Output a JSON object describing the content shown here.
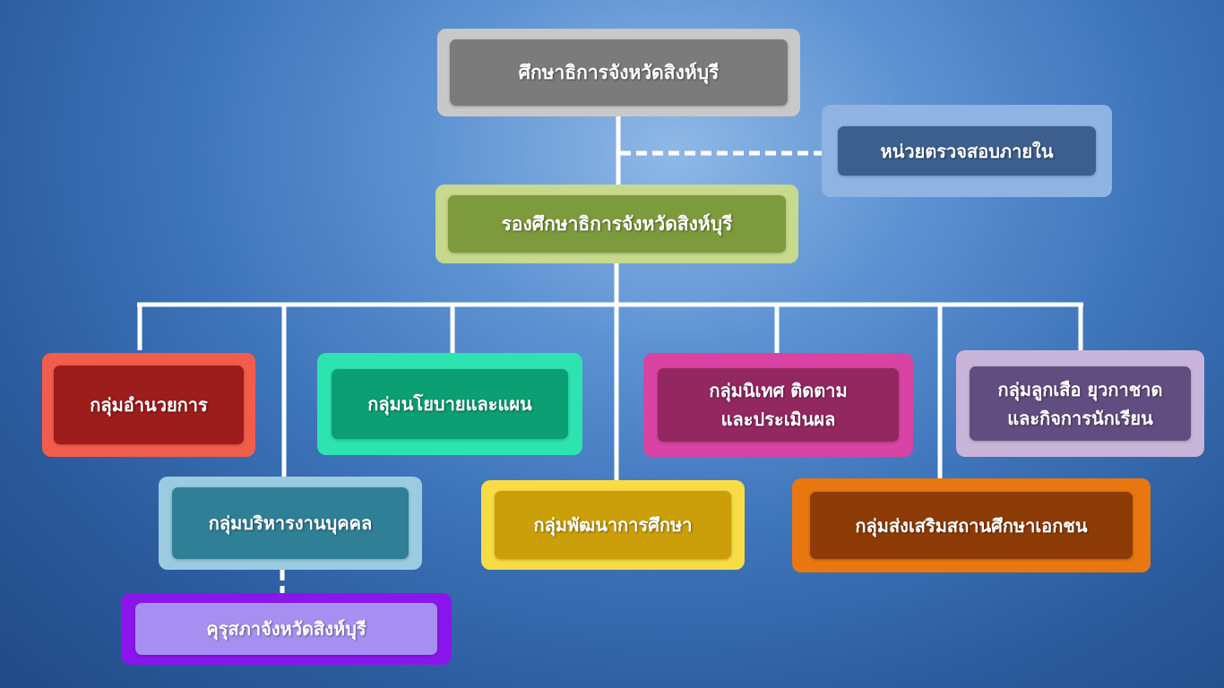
{
  "colors": {
    "connector": "#ffffff",
    "director": {
      "outer": "#c8c8c8",
      "inner": "#7b7b7b"
    },
    "internal_audit": {
      "outer": "#8fb3e3",
      "inner": "#3c5f8e"
    },
    "deputy": {
      "outer": "#c6d98c",
      "inner": "#7d9a3c"
    },
    "admin": {
      "outer": "#f25d4b",
      "inner": "#9d1c1c"
    },
    "policy": {
      "outer": "#2de3b0",
      "inner": "#0c9f73"
    },
    "supervision": {
      "outer": "#d943a4",
      "inner": "#932861"
    },
    "scout": {
      "outer": "#c8b4d8",
      "inner": "#624d80"
    },
    "personnel": {
      "outer": "#9bcbe0",
      "inner": "#2f7f97"
    },
    "development": {
      "outer": "#f7dc46",
      "inner": "#cb9f09"
    },
    "private_ed": {
      "outer": "#e8770f",
      "inner": "#8d3c08"
    },
    "teachers_council": {
      "outer": "#8a16ec",
      "inner": "#a78ff1"
    }
  },
  "nodes": {
    "director": {
      "label": "ศึกษาธิการจังหวัดสิงห์บุรี"
    },
    "internal_audit": {
      "label": "หน่วยตรวจสอบภายใน"
    },
    "deputy": {
      "label": "รองศึกษาธิการจังหวัดสิงห์บุรี"
    },
    "admin": {
      "label": "กลุ่มอำนวยการ"
    },
    "policy": {
      "label": "กลุ่มนโยบายและแผน"
    },
    "supervision": {
      "line1": "กลุ่มนิเทศ ติดตาม",
      "line2": "และประเมินผล"
    },
    "scout": {
      "line1": "กลุ่มลูกเสือ ยุวกาชาด",
      "line2": "และกิจการนักเรียน"
    },
    "personnel": {
      "label": "กลุ่มบริหารงานบุคคล"
    },
    "development": {
      "label": "กลุ่มพัฒนาการศึกษา"
    },
    "private_ed": {
      "label": "กลุ่มส่งเสริมสถานศึกษาเอกชน"
    },
    "teachers_council": {
      "label": "คุรุสภาจังหวัดสิงห์บุรี"
    }
  }
}
